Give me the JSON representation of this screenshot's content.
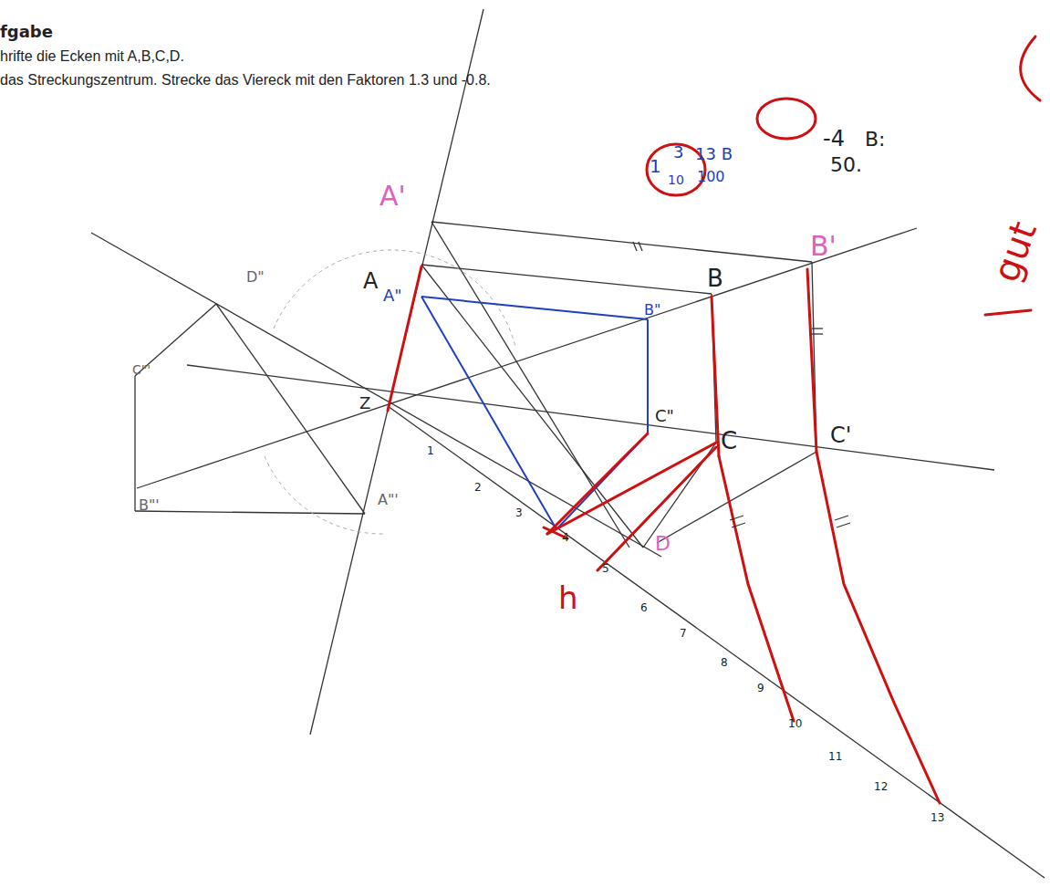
{
  "diagram": {
    "title": "fgabe",
    "labels": [
      "hrifte die Ecken mit A,B,C,D.",
      "das Streckungszentrum. Strecke das Viereck mit den Faktoren 1.3 und -0.8.",
      "A'",
      "B'",
      "C'",
      "A",
      "B",
      "C",
      "D",
      "A\"",
      "B\"",
      "C\"",
      "D\"",
      "C\"'",
      "B\"'",
      "A\"'",
      "Z",
      "h",
      "1",
      "2",
      "3",
      "4",
      "5",
      "6",
      "7",
      "8",
      "9",
      "10",
      "11",
      "12",
      "13",
      "1",
      "3",
      "10",
      "13 B",
      "100",
      "-4",
      "B:",
      "50.",
      "gut"
    ]
  }
}
